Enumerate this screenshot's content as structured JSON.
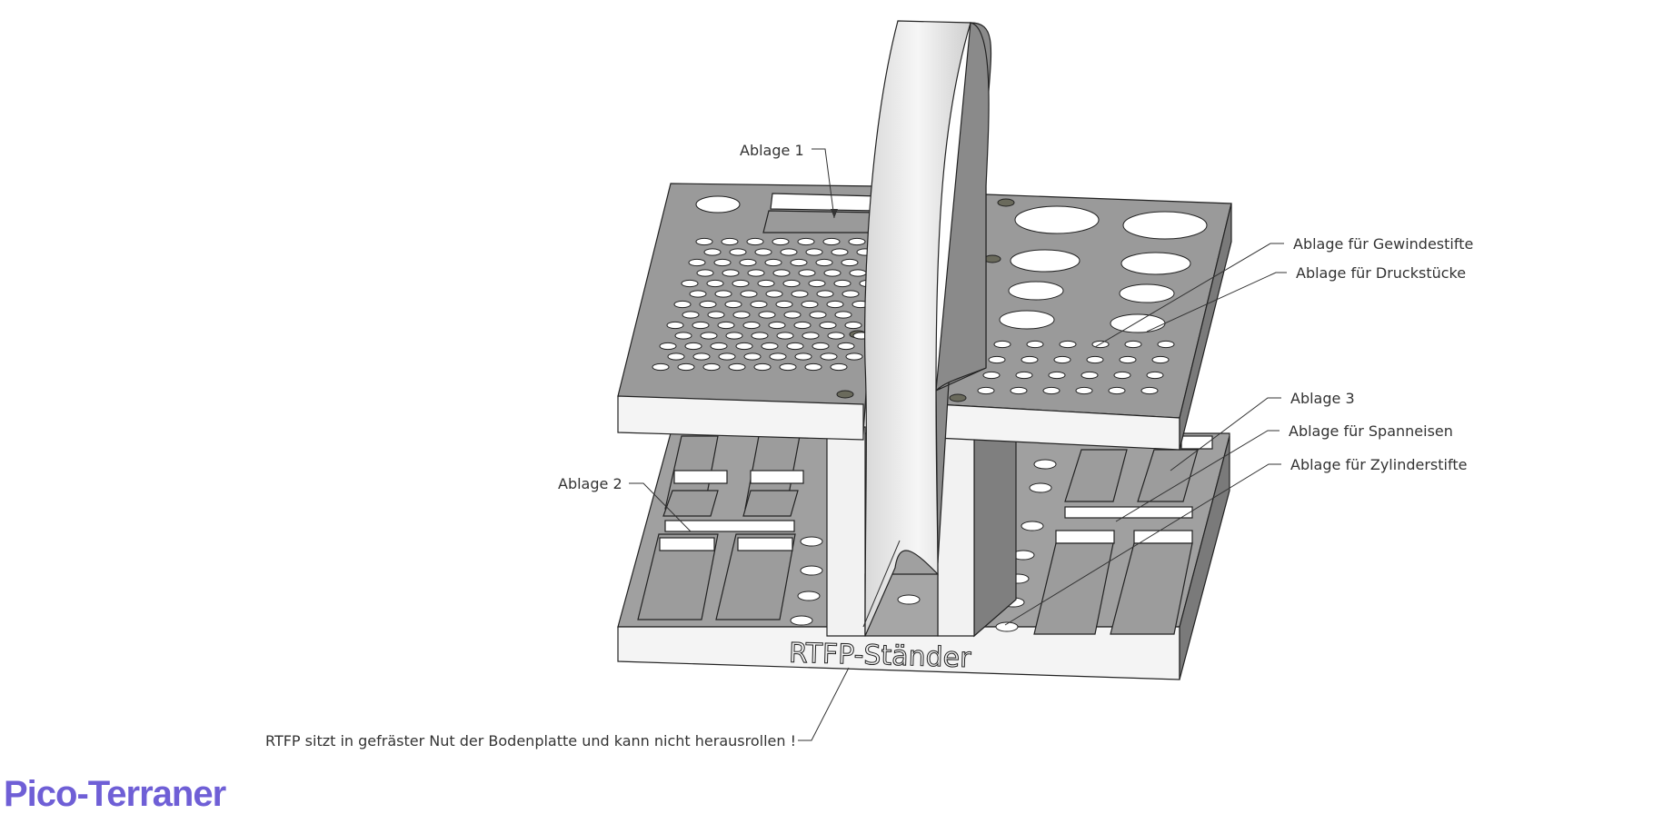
{
  "annotations": {
    "ablage_1": "Ablage 1",
    "ablage_2": "Ablage 2",
    "ablage_3": "Ablage 3",
    "gewindestifte": "Ablage für Gewindestifte",
    "druckstuecke": "Ablage für Druckstücke",
    "spanneisen": "Ablage für Spanneisen",
    "zylinderstifte": "Ablage für Zylinderstifte",
    "rtfp_note": "RTFP sitzt in gefräster Nut der Bodenplatte und kann nicht herausrollen !"
  },
  "engraving": "RTFP-Ständer",
  "brand": "Pico-Terraner",
  "colors": {
    "brand": "#6f5fd6",
    "plate_top": "#9a9a9a",
    "plate_front": "#f4f4f4",
    "plate_side": "#7a7a7a"
  }
}
